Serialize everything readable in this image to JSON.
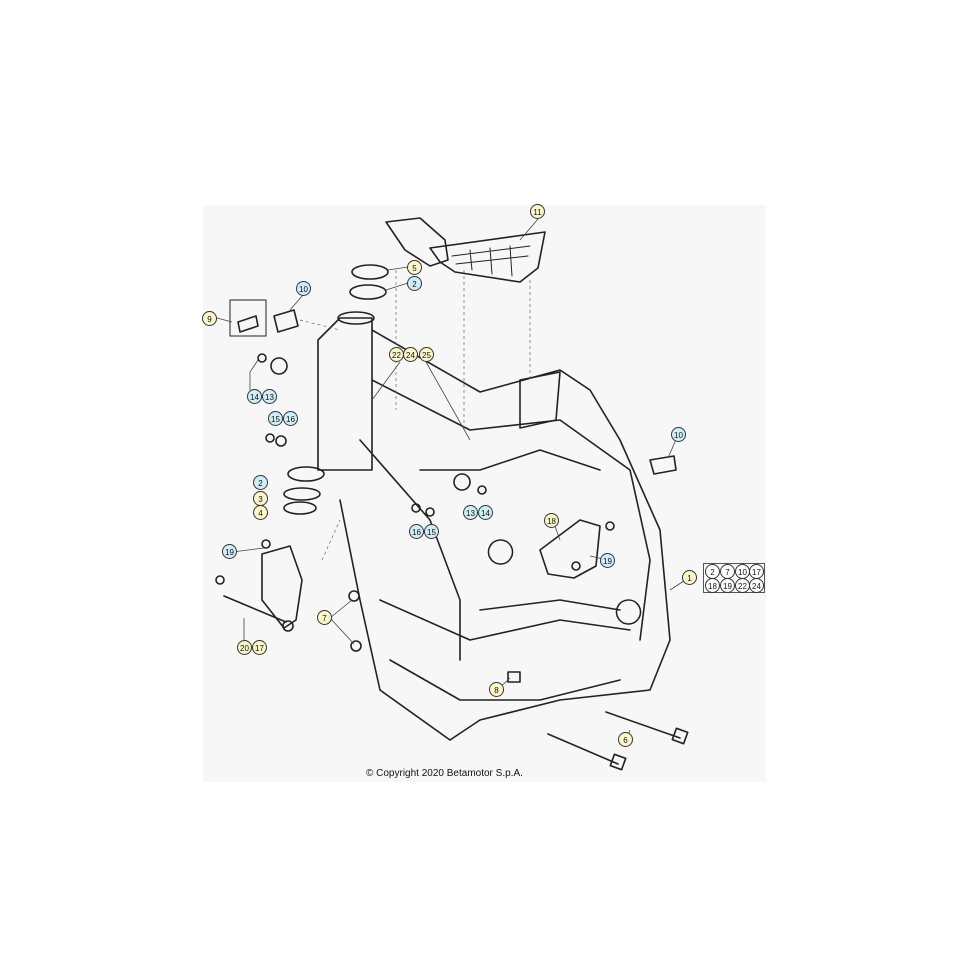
{
  "callouts": {
    "c11": "11",
    "c5": "5",
    "c2a": "2",
    "c10a": "10",
    "c9": "9",
    "c22": "22",
    "c24": "24",
    "c25": "25",
    "c14a": "14",
    "c13a": "13",
    "c15a": "15",
    "c16a": "16",
    "c10b": "10",
    "c2b": "2",
    "c3": "3",
    "c4": "4",
    "c13b": "13",
    "c14b": "14",
    "c16b": "16",
    "c15b": "15",
    "c18": "18",
    "c19a": "19",
    "c19b": "19",
    "c1": "1",
    "c7": "7",
    "c20": "20",
    "c17": "17",
    "c8": "8",
    "c6": "6"
  },
  "kit": [
    "2",
    "7",
    "10",
    "17",
    "18",
    "19",
    "22",
    "24"
  ],
  "copyright": "© Copyright 2020 Betamotor S.p.A."
}
